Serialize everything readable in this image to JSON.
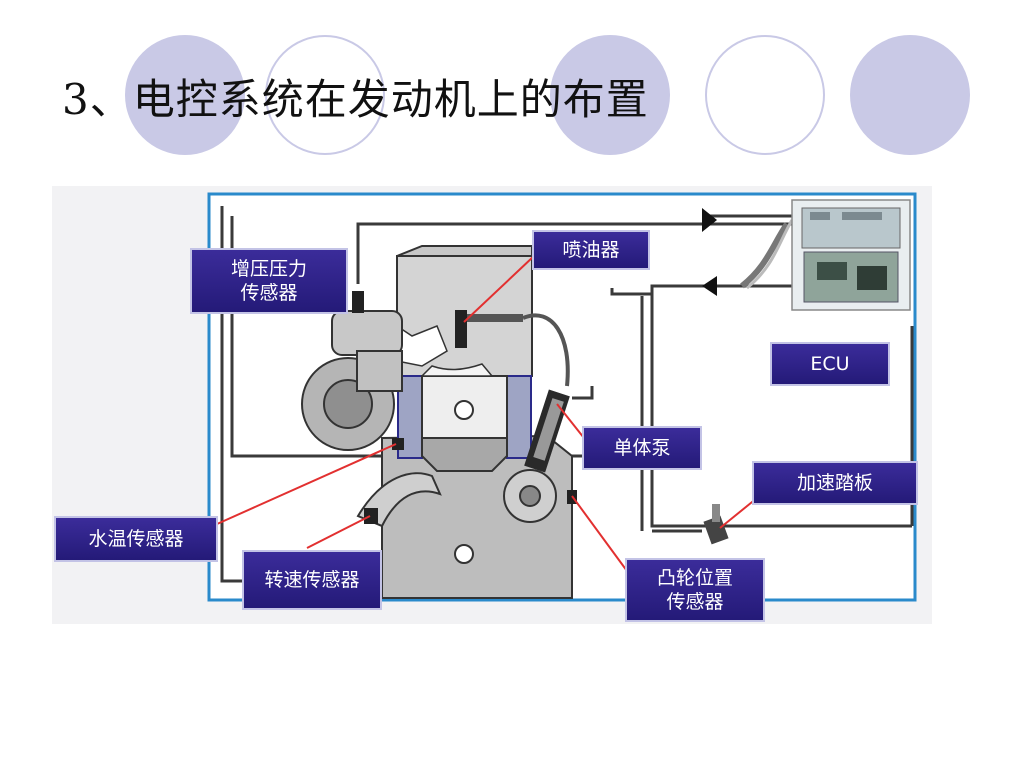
{
  "slide": {
    "title": "3、电控系统在发动机上的布置"
  },
  "diagram": {
    "labels": {
      "boost_pressure_sensor": {
        "line1": "增压压力",
        "line2": "传感器"
      },
      "injector": "喷油器",
      "ecu": "ECU",
      "unit_pump": "单体泵",
      "accelerator_pedal": "加速踏板",
      "coolant_temp_sensor": "水温传感器",
      "speed_sensor": "转速传感器",
      "cam_position_sensor": {
        "line1": "凸轮位置",
        "line2": "传感器"
      }
    },
    "colors": {
      "label_bg": "#2e2288",
      "label_border": "#c3c3e6",
      "pointer_line": "#e23030",
      "frame_border": "#2a8acb",
      "decor_circle": "#c9c9e6"
    }
  }
}
